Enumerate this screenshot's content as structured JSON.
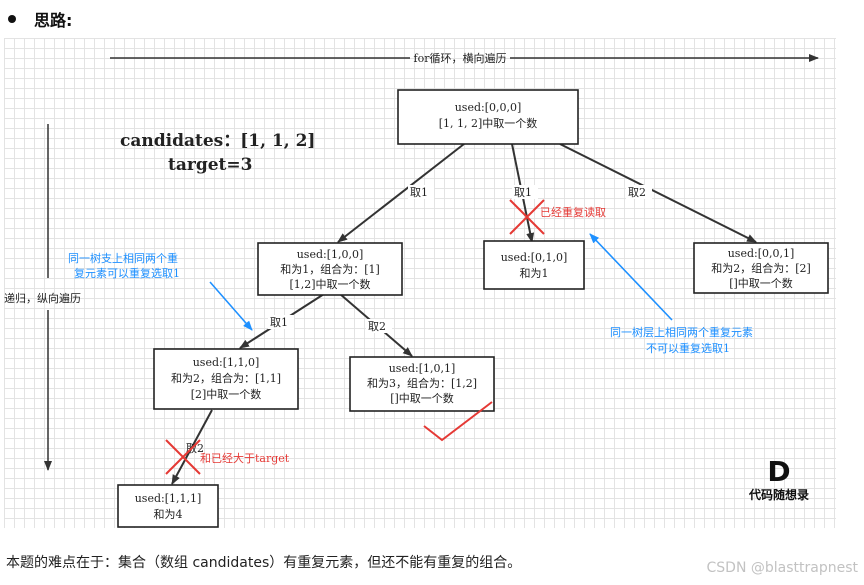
{
  "heading": {
    "title": "思路:"
  },
  "diagram": {
    "top_arrow_label": "for循环，横向遍历",
    "left_arrow_label": "递归，纵向遍历",
    "candidates_line": "candidates：[1, 1, 2]",
    "target_line": "target=3",
    "nodes": {
      "root": [
        "used:[0,0,0]",
        "[1, 1, 2]中取一个数"
      ],
      "n100": [
        "used:[1,0,0]",
        "和为1，组合为：[1]",
        "[1,2]中取一个数"
      ],
      "n010": [
        "used:[0,1,0]",
        "和为1"
      ],
      "n001": [
        "used:[0,0,1]",
        "和为2，组合为：[2]",
        "[]中取一个数"
      ],
      "n110": [
        "used:[1,1,0]",
        "和为2，组合为：[1,1]",
        "[2]中取一个数"
      ],
      "n101": [
        "used:[1,0,1]",
        "和为3，组合为：[1,2]",
        "[]中取一个数"
      ],
      "n111": [
        "used:[1,1,1]",
        "和为4"
      ]
    },
    "edges": {
      "root_n100": "取1",
      "root_n010": "取1",
      "root_n001": "取2",
      "n100_n110": "取1",
      "n100_n101": "取2",
      "n110_n111": "取2"
    },
    "annotations": {
      "already_read": "已经重复读取",
      "exceeds_target": "和已经大于target",
      "same_branch": [
        "同一树支上相同两个重",
        "复元素可以重复选取1"
      ],
      "same_level": [
        "同一树层上相同两个重复元素",
        "不可以重复选取1"
      ]
    },
    "logo": {
      "letter": "D",
      "text": "代码随想录"
    },
    "colors": {
      "annotation_blue": "#1e90ff",
      "cross_red": "#e53935",
      "check_red": "#e53935"
    }
  },
  "caption": "本题的难点在于：集合（数组 candidates）有重复元素，但还不能有重复的组合。",
  "watermark": "CSDN @blasttrapnest"
}
